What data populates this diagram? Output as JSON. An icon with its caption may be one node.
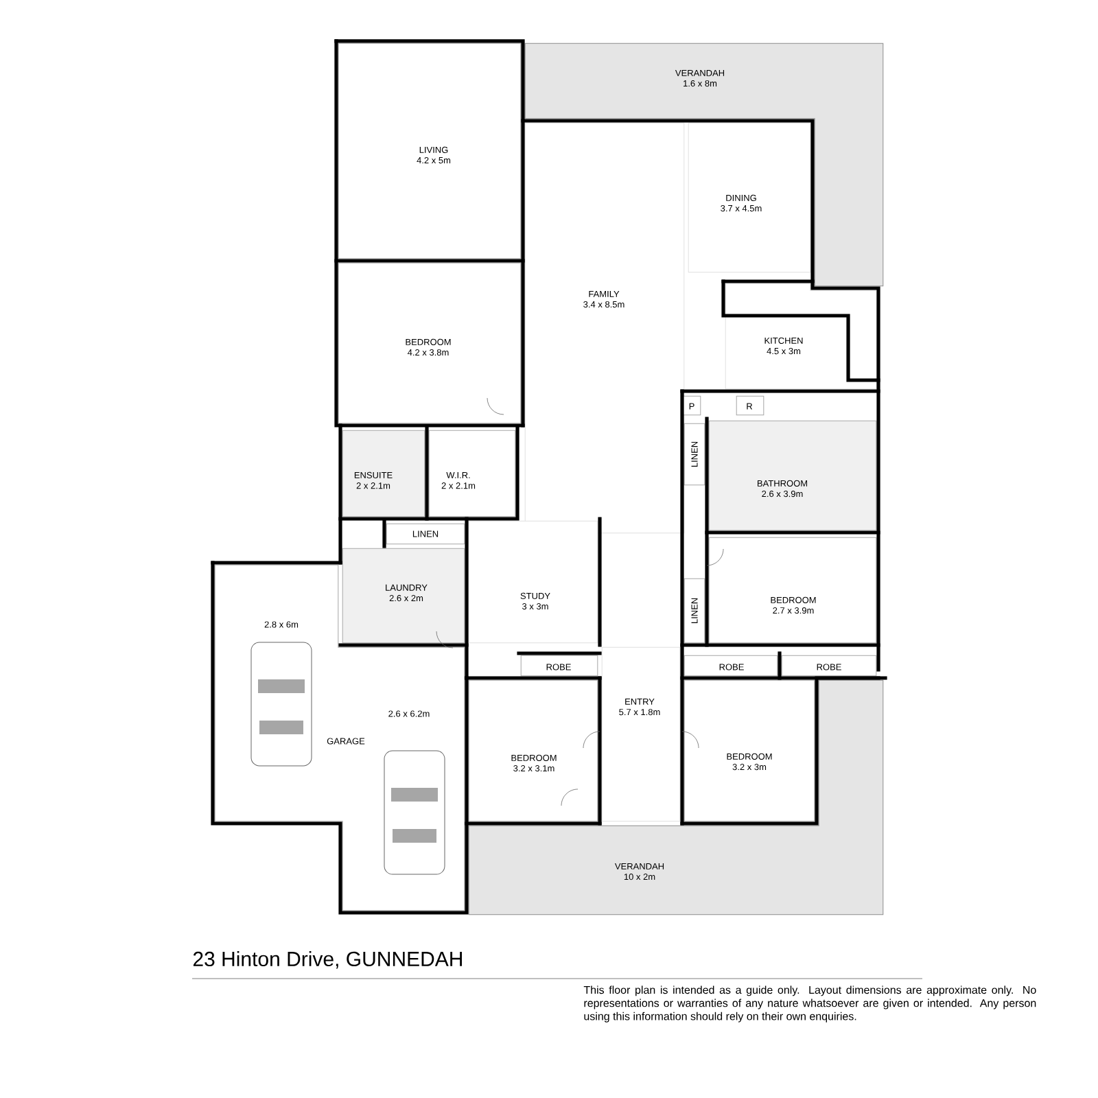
{
  "diagram": {
    "title": "23 Hinton Drive, GUNNEDAH",
    "caption": "This floor plan is intended as a guide only. Layout dimensions are approximate only. No representations or warranties of any nature whatsoever are given or intended. Any person using this information should rely on their own enquiries.",
    "nodes": [
      {
        "text": [
          "LIVING",
          "4.2 x 5m"
        ]
      },
      {
        "text": [
          "BEDROOM",
          "4.2 x 3.8m"
        ]
      },
      {
        "text": [
          "VERANDAH",
          "1.6 x 8m"
        ]
      },
      {
        "text": [
          "DINING",
          "3.7 x 4.5m"
        ]
      },
      {
        "text": [
          "FAMILY",
          "3.4 x 8.5m"
        ]
      },
      {
        "text": [
          "KITCHEN",
          "4.5 x 3m"
        ]
      },
      {
        "text": [
          "P"
        ]
      },
      {
        "text": [
          "R"
        ]
      },
      {
        "text": [
          "LINEN"
        ]
      },
      {
        "text": [
          "BATHROOM",
          "2.6 x 3.9m"
        ]
      },
      {
        "text": [
          "ENSUITE",
          "2 x 2.1m"
        ]
      },
      {
        "text": [
          "W.I.R.",
          "2 x 2.1m"
        ]
      },
      {
        "text": [
          "LINEN"
        ]
      },
      {
        "text": [
          "LAUNDRY",
          "2.6 x 2m"
        ]
      },
      {
        "text": [
          "STUDY",
          "3 x 3m"
        ]
      },
      {
        "text": [
          "BEDROOM",
          "2.7 x 3.9m"
        ]
      },
      {
        "text": [
          "LINEN"
        ]
      },
      {
        "text": [
          "2.8 x 6m",
          "GARAGE",
          "2.6 x 6.2m"
        ]
      },
      {
        "text": [
          "ROBE"
        ]
      },
      {
        "text": [
          "ROBE"
        ]
      },
      {
        "text": [
          "ROBE"
        ]
      },
      {
        "text": [
          "BEDROOM",
          "3.2 x 3.1m"
        ]
      },
      {
        "text": [
          "ENTRY",
          "5.7 x 1.8m"
        ]
      },
      {
        "text": [
          "BEDROOM",
          "3.2 x 3m"
        ]
      },
      {
        "text": [
          "VERANDAH",
          "10 x 2m"
        ]
      }
    ]
  }
}
